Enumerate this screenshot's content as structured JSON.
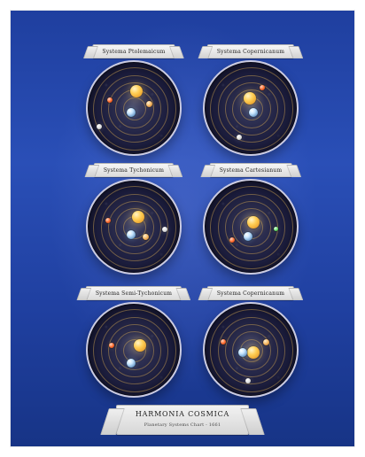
{
  "poster": {
    "background": "#2447ad",
    "charts": [
      {
        "banner": "Systema Ptolemaicum"
      },
      {
        "banner": "Systema Copernicanum"
      },
      {
        "banner": "Systema Tychonicum"
      },
      {
        "banner": "Systema Cartesianum"
      },
      {
        "banner": "Systema Semi-Tychonicum"
      },
      {
        "banner": "Systema Copernicanum"
      }
    ],
    "footer": {
      "title": "HARMONIA COSMICA",
      "subtitle": "Planetary Systems Chart - 1661"
    }
  }
}
